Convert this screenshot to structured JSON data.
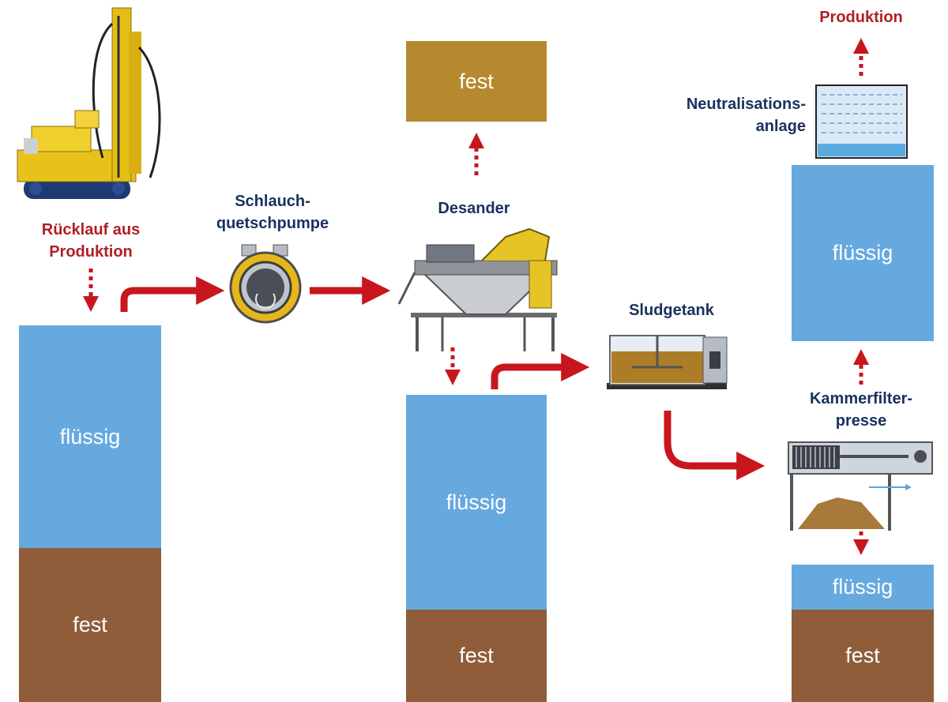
{
  "colors": {
    "liquid": "#66a9df",
    "solid": "#8f5d3a",
    "solid_output": "#b6892f",
    "arrow": "#c8161d",
    "label_dark": "#1b3160",
    "label_red": "#b01f24"
  },
  "stage1": {
    "return_label_line1": "Rücklauf aus",
    "return_label_line2": "Produktion",
    "liquid": "flüssig",
    "solid": "fest"
  },
  "pump": {
    "label_line1": "Schlauch-",
    "label_line2": "quetschpumpe"
  },
  "desander": {
    "label": "Desander",
    "solid_output": "fest",
    "liquid": "flüssig",
    "solid": "fest"
  },
  "sludgetank": {
    "label": "Sludgetank"
  },
  "filterpress": {
    "label_line1": "Kammerfilter-",
    "label_line2": "presse",
    "liquid": "flüssig",
    "solid": "fest"
  },
  "neutralisation": {
    "label_line1": "Neutralisations-",
    "label_line2": "anlage",
    "liquid": "flüssig",
    "output_label": "Produktion"
  },
  "icons": [
    "drilling-rig-icon",
    "hose-pump-icon",
    "desander-icon",
    "sludge-tank-icon",
    "filter-press-icon",
    "neutralisation-tank-icon"
  ]
}
